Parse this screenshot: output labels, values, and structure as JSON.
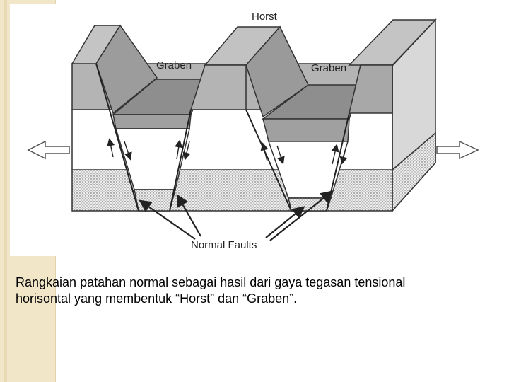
{
  "diagram": {
    "labels": {
      "horst": "Horst",
      "graben_left": "Graben",
      "graben_right": "Graben",
      "normal_faults": "Normal Faults"
    },
    "colors": {
      "top_face": "#a9a9a9",
      "graben_top": "#8e8e8e",
      "middle_layer": "#ffffff",
      "bottom_layer": "#e4e4e4",
      "outline": "#333333",
      "side_strip": "#f1e6c8"
    }
  },
  "caption": {
    "line1": "Rangkaian patahan normal sebagai hasil dari gaya tegasan tensional",
    "line2": "horisontal yang membentuk “Horst” dan “Graben”."
  }
}
